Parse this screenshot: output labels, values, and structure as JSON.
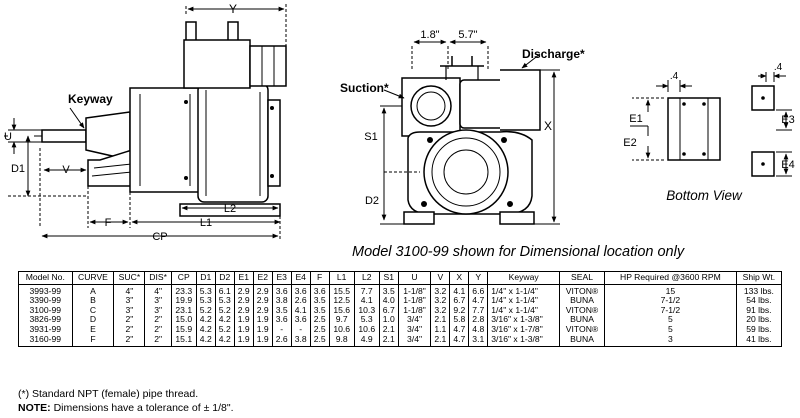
{
  "labels": {
    "y": "Y",
    "keyway": "Keyway",
    "u": "U",
    "d1": "D1",
    "v": "V",
    "l2": "L2",
    "f": "F",
    "l1": "L1",
    "cp": "CP",
    "dim_1_8": "1.8\"",
    "dim_5_7": "5.7\"",
    "discharge": "Discharge*",
    "suction": "Suction*",
    "s1": "S1",
    "x": "X",
    "d2": "D2",
    "dim_04_left": ".4",
    "dim_04_right": ".4",
    "e1": "E1",
    "e2": "E2",
    "e3": "E3",
    "e4": "E4",
    "bottom_view": "Bottom View"
  },
  "caption": "Model 3100-99 shown for Dimensional location only",
  "table": {
    "headers": [
      "Model No.",
      "CURVE",
      "SUC*",
      "DIS*",
      "CP",
      "D1",
      "D2",
      "E1",
      "E2",
      "E3",
      "E4",
      "F",
      "L1",
      "L2",
      "S1",
      "U",
      "V",
      "X",
      "Y",
      "Keyway",
      "SEAL",
      "HP Required @3600 RPM",
      "Ship Wt."
    ],
    "rows": [
      [
        "3993-99",
        "A",
        "4\"",
        "4\"",
        "23.3",
        "5.3",
        "6.1",
        "2.9",
        "2.9",
        "3.6",
        "3.6",
        "3.6",
        "15.5",
        "7.7",
        "3.5",
        "1-1/8\"",
        "3.2",
        "4.1",
        "6.6",
        "1/4\" x 1-1/4\"",
        "VITON®",
        "15",
        "133 lbs."
      ],
      [
        "3390-99",
        "B",
        "3\"",
        "3\"",
        "19.9",
        "5.3",
        "5.3",
        "2.9",
        "2.9",
        "3.8",
        "2.6",
        "3.5",
        "12.5",
        "4.1",
        "4.0",
        "1-1/8\"",
        "3.2",
        "6.7",
        "4.7",
        "1/4\" x 1-1/4\"",
        "BUNA",
        "7-1/2",
        "54 lbs."
      ],
      [
        "3100-99",
        "C",
        "3\"",
        "3\"",
        "23.1",
        "5.2",
        "5.2",
        "2.9",
        "2.9",
        "3.5",
        "4.1",
        "3.5",
        "15.6",
        "10.3",
        "6.7",
        "1-1/8\"",
        "3.2",
        "9.2",
        "7.7",
        "1/4\" x 1-1/4\"",
        "VITON®",
        "7-1/2",
        "91 lbs."
      ],
      [
        "3826-99",
        "D",
        "2\"",
        "2\"",
        "15.0",
        "4.2",
        "4.2",
        "1.9",
        "1.9",
        "3.6",
        "3.6",
        "2.5",
        "9.7",
        "5.3",
        "1.0",
        "3/4\"",
        "2.1",
        "5.8",
        "2.8",
        "3/16\" x 1-3/8\"",
        "BUNA",
        "5",
        "20 lbs."
      ],
      [
        "3931-99",
        "E",
        "2\"",
        "2\"",
        "15.9",
        "4.2",
        "5.2",
        "1.9",
        "1.9",
        "-",
        "-",
        "2.5",
        "10.6",
        "10.6",
        "2.1",
        "3/4\"",
        "1.1",
        "4.7",
        "4.8",
        "3/16\" x 1-7/8\"",
        "VITON®",
        "5",
        "59 lbs."
      ],
      [
        "3160-99",
        "F",
        "2\"",
        "2\"",
        "15.1",
        "4.2",
        "4.2",
        "1.9",
        "1.9",
        "2.6",
        "3.8",
        "2.5",
        "9.8",
        "4.9",
        "2.1",
        "3/4\"",
        "2.1",
        "4.7",
        "3.1",
        "3/16\" x 1-3/8\"",
        "BUNA",
        "3",
        "41 lbs."
      ]
    ]
  },
  "notes": {
    "npt": "(*) Standard NPT (female) pipe thread.",
    "tolerance_label": "NOTE:",
    "tolerance_text": " Dimensions have a tolerance of ± 1/8\"."
  }
}
